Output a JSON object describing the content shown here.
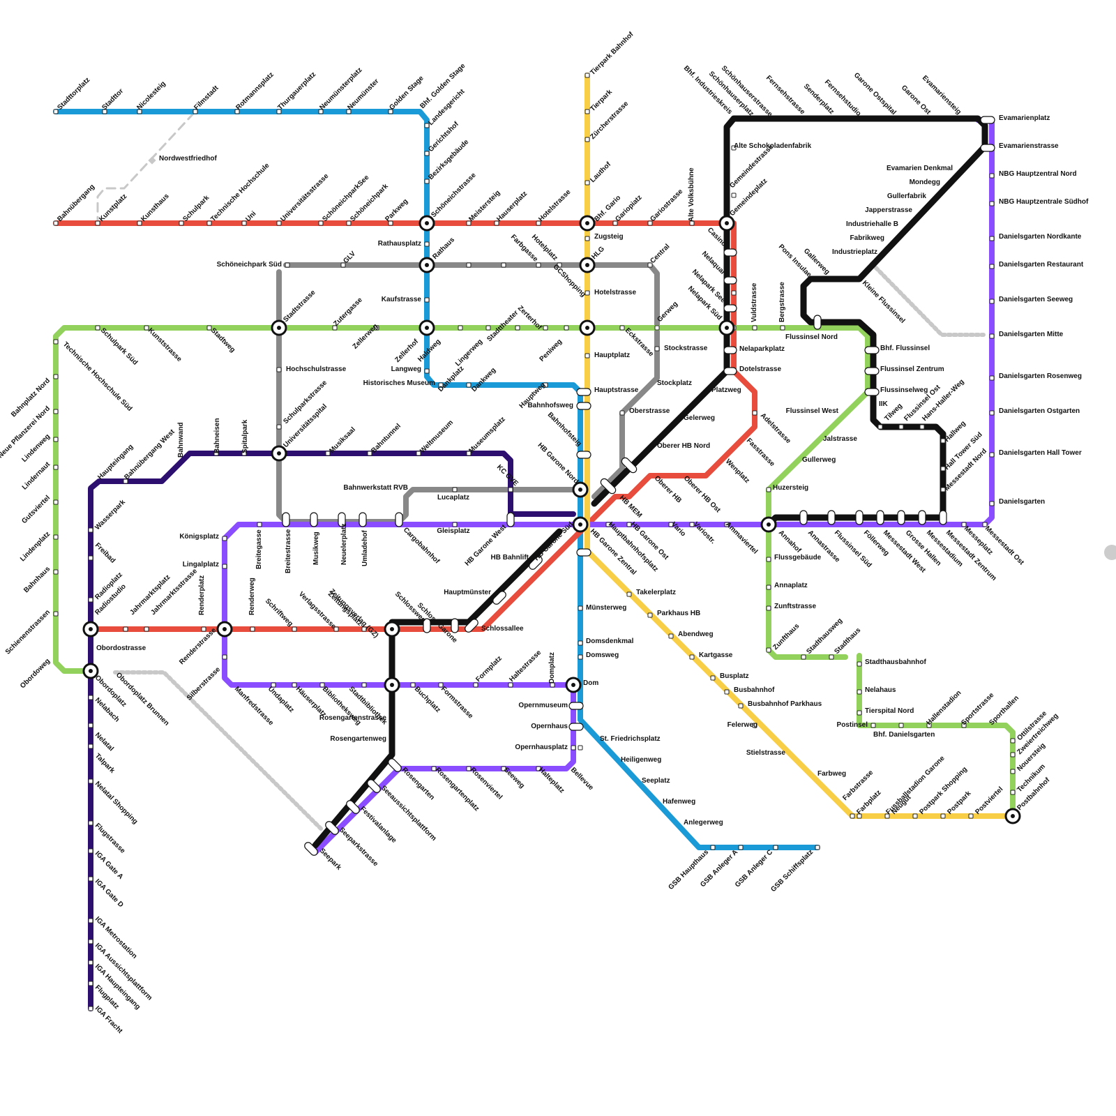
{
  "lines": [
    {
      "id": "blue",
      "color": "#1a9ad6"
    },
    {
      "id": "red",
      "color": "#e74c3c"
    },
    {
      "id": "gray",
      "color": "#888888"
    },
    {
      "id": "green",
      "color": "#92d15c"
    },
    {
      "id": "indigo",
      "color": "#2c0f6f"
    },
    {
      "id": "purple",
      "color": "#8a4dff"
    },
    {
      "id": "yellow",
      "color": "#f7ce45"
    },
    {
      "id": "black",
      "color": "#111111"
    },
    {
      "id": "future",
      "color": "#c8c8c8"
    }
  ],
  "stations": {
    "blue_top": [
      "Stadttorplatz",
      "Stadttor",
      "Nicolesteig",
      "Filmstadt",
      "Rotmannsplatz",
      "Thurgauerplatz",
      "Neumünsterplatz",
      "Neumünster",
      "Golden Stage",
      "Bhf. Golden Stage"
    ],
    "blue_vertical": [
      "Landesgericht",
      "Gerichtshof",
      "Bezirksgebäude",
      "Schöneichstrasse",
      "Rathausplatz",
      "Rathaus",
      "Kaufstrasse",
      "Zellerhof",
      "Langweg",
      "Historisches Museum"
    ],
    "blue_mid": [
      "Dankplatz",
      "Dankweg",
      "Hauptweg",
      "Bahnhofsweg",
      "Bahnhofsteig",
      "HB Garone Nord",
      "HB Garone Süd",
      "Münsterweg",
      "Domsdenkmal",
      "Domsweg",
      "Dom",
      "Opernmuseum",
      "Opernhaus",
      "Opernhausplatz",
      "St. Friedrichsplatz",
      "Heiligenweg",
      "Seeplatz",
      "Hafenweg",
      "Anlegerweg"
    ],
    "blue_bottom": [
      "GSB Haupthaus",
      "GSB Anleger A",
      "GSB Anleger C",
      "GSB Schiffsplatz"
    ],
    "red_top": [
      "Bahnübergang",
      "Kunstplatz",
      "Kunsthaus",
      "Schulpark",
      "Technische Hochschule",
      "Uni",
      "Universitätsstrasse",
      "SchöneichparkSee",
      "Schöneichpark",
      "Parkweg",
      "Meistersteig",
      "Hauserplatz",
      "Hotelstrasse",
      "Bhf. Gario",
      "Gariopiatz",
      "Gariostrasse",
      "Alte Volksbühne"
    ],
    "red_east": [
      "Casino",
      "Nelaquai",
      "Nelapark See",
      "Nelapark Süd",
      "Nelaparkplatz",
      "Dotelstrasse",
      "Adelstrasse",
      "Fasstrasse",
      "Wenplatz",
      "Oberer HB Ost",
      "Oberer HB",
      "HB MEM"
    ],
    "red_west": [
      "Radiostudio",
      "Jahrmarktsplatz",
      "Jahrmarktsstrasse",
      "Renderplatz",
      "Renderstrasse",
      "Renderweg",
      "Schriftweg",
      "Verlagsstrasse",
      "Zeitungsplatz",
      "Zeitungsverlag (GZ)",
      "Schloss Garone",
      "Schlossallee"
    ],
    "gray": [
      "Schöneichpark Süd",
      "GLV",
      "Farbgasse",
      "Hotelplatz",
      "Central",
      "Stadtstrasse",
      "Hochschulstrasse",
      "Schulparkstrasse",
      "Universitätsspital",
      "Gerweg",
      "Stockstrasse",
      "Stockplatz",
      "Oberstrasse",
      "Bahnwerkstatt RVB",
      "Lucaplatz",
      "KC GVE",
      "Breitestrasse",
      "Musikweg",
      "Neuelerplatz",
      "Umladehof",
      "Cargobahnhof"
    ],
    "green": [
      "Schulpark Süd",
      "Kunststrasse",
      "Stadtweg",
      "Zutergasse",
      "Zellerweg",
      "Haldweg",
      "Lingerweg",
      "Stadttheater",
      "Zerterhof",
      "Peniweg",
      "GCShopping",
      "Eckstrasse",
      "Vuldstrasse",
      "Bergstrasse",
      "Flussinsel Nord",
      "Bhf. Flussinsel",
      "Flussinsel Zentrum",
      "Flussinselweg",
      "Flussinsel West",
      "Jalstrasse",
      "Gullerweg",
      "Huzersteig",
      "Flussgebäude",
      "Annaplatz",
      "Zunftstrasse",
      "Zunfthaus",
      "Stadthausweg",
      "Stadthaus",
      "Stadthausbahnhof",
      "Nelahaus",
      "Tierspital Nord",
      "Postinsel",
      "Bhf. Danielsgarten",
      "Hallenstadion",
      "Sportstrasse",
      "Sporthallen",
      "Ottilstrasse",
      "Zweiertreichweg",
      "Nouersteig",
      "Technikum",
      "Postbahnhof",
      "Technische Hochschule Süd",
      "Bahnplatz Nord",
      "Neue Pflanzerei Nord",
      "Lindenweg",
      "Lindernaut",
      "Gutsviertel",
      "Lindenplatz",
      "Bahnhaus",
      "Schienenstrassen",
      "Obordoweg"
    ],
    "indigo": [
      "Haupteingang",
      "Bahnübergang West",
      "Bahnwand",
      "Bahneisen",
      "Spitalpark",
      "Musiksaal",
      "Bahntunnel",
      "Weltmuseum",
      "Museumsplatz",
      "Wasserpark",
      "Freibad",
      "Radioplatz",
      "Obordostrasse",
      "Obordoplatz",
      "Nelabach",
      "Nelatal",
      "Talpark",
      "Nelatal Shopping",
      "Flugstrasse",
      "IGA Gate A",
      "IGA Gate D",
      "IGA Metrostation",
      "IGA Aussichtsplattform",
      "IGA Haupteingang",
      "Flugplatz",
      "IGA Fracht"
    ],
    "purple": [
      "Königsplatz",
      "Lingalplatz",
      "Silberstrasse",
      "Manfredstrasse",
      "Undaplatz",
      "Häuserplatz",
      "Bibliotheksweg",
      "Stadtbibliothek",
      "Breitegasse",
      "Gleisplatz",
      "HB Garone West",
      "Hauptbahnhofsplatz",
      "HB Garone Ost",
      "Vario",
      "Variostr.",
      "Ammaviertel",
      "Buchplatz",
      "Formstrasse",
      "Formplatz",
      "Haltestrasse",
      "Domplatz",
      "Rosengarten",
      "Rosengartenplatz",
      "Rosenviertel",
      "Seeweg",
      "Halteplatz",
      "Bellevue",
      "Seeaussichtsplattform",
      "Festivalanlage",
      "Seeparkstrasse",
      "Seepark",
      "Evamarienplatz",
      "Evamarienstrasse",
      "NBG Hauptzentral Nord",
      "NBG Hauptzentrale Südhof",
      "Danielsgarten Nordkante",
      "Danielsgarten Restaurant",
      "Danielsgarten Seeweg",
      "Danielsgarten Mitte",
      "Danielsgarten Rosenweg",
      "Danielsgarten Ostgarten",
      "Danielsgarten Hall Tower",
      "Danielsgarten",
      "Messestadt Ost",
      "Messeplatz"
    ],
    "yellow": [
      "Tierpark Bahnhof",
      "Tierpark",
      "Zürcherstrasse",
      "Lauthof",
      "Zugsteig",
      "HLG",
      "Hotelstrasse",
      "Hauptplatz",
      "Hauptstrasse",
      "HB Garone Zentral",
      "Takelerplatz",
      "Parkhaus HB",
      "Abendweg",
      "Kartgasse",
      "Busplatz",
      "Busbahnhof",
      "Busbahnhof Parkhaus",
      "Felerweg",
      "Stielstrasse",
      "Farbweg",
      "Farbstrasse",
      "Farbplatz",
      "Fussballstadion Garone",
      "Neugut",
      "Postpark Shopping",
      "Postpark",
      "Postviertel"
    ],
    "black": [
      "Bhf. Industrieskreis",
      "Schönhauserplatz",
      "Schönhauserstrasse",
      "Fernsehstrasse",
      "Senderplatz",
      "Fernsehstudio",
      "Garone Ostspital",
      "Garone Ost",
      "Evamariensteig",
      "Alte Schokoladenfabrik",
      "Gemeindestrasse",
      "Gemeindeplatz",
      "Evamarien Denkmal",
      "Mondegg",
      "Gullerfabrik",
      "Japperstrasse",
      "Industriehalle B",
      "Fabrikweg",
      "Industrieplatz",
      "Kleine Flussinsel",
      "Pons Insulae",
      "Gallerweg",
      "IIK",
      "Tilweg",
      "Flussinsel Ost",
      "Hans-Haller-Weg",
      "Hallweg",
      "Hall Tower Süd",
      "Messestadt Nord",
      "Annahof",
      "Annastrasse",
      "Flussinsel Süd",
      "Föllerweg",
      "Messestadt West",
      "Grosse Hallen",
      "Messestadium",
      "Messestadt Zentrum",
      "Platzweg",
      "Gelerweg",
      "Oberer HB Nord",
      "HB Bahnlift",
      "Hauptmünster",
      "Schlossweg",
      "Rosengartenstrasse",
      "Rosengartenweg"
    ],
    "future": [
      "Nordwestfriedhof",
      "Obordoplatz Brunnen"
    ]
  }
}
